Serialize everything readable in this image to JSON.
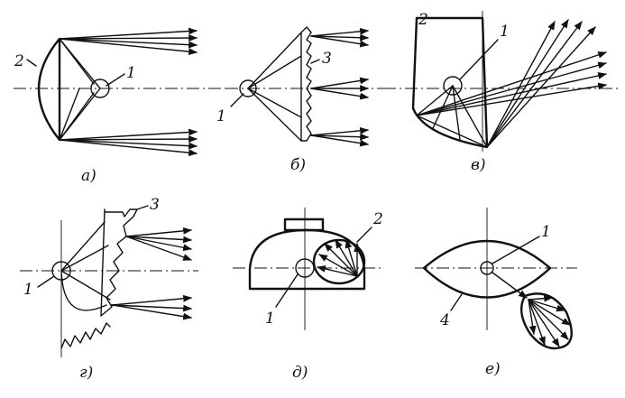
{
  "labels": {
    "n1": "1",
    "n2": "2",
    "n3": "3",
    "n4": "4"
  },
  "captions": {
    "a": "а)",
    "b": "б)",
    "c": "в)",
    "d": "г)",
    "e": "д)",
    "f": "е)"
  },
  "colors": {
    "ink": "#111111",
    "paper": "#ffffff"
  }
}
